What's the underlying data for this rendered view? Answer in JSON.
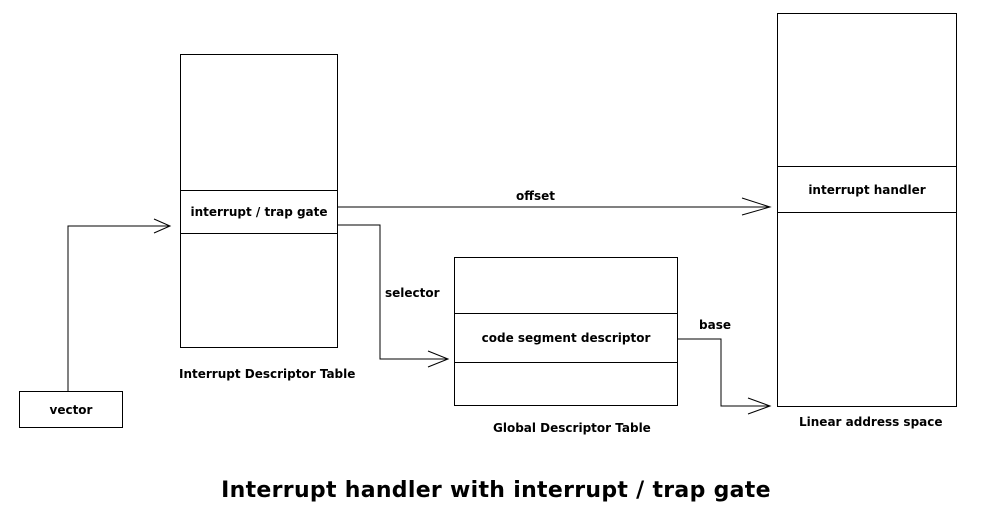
{
  "title": "Interrupt handler with interrupt / trap gate",
  "vector": {
    "label": "vector"
  },
  "idt": {
    "entry": "interrupt / trap gate",
    "caption": "Interrupt Descriptor Table"
  },
  "gdt": {
    "entry": "code segment descriptor",
    "caption": "Global Descriptor Table"
  },
  "linear": {
    "entry": "interrupt handler",
    "caption": "Linear address space"
  },
  "arrows": {
    "offset": "offset",
    "selector": "selector",
    "base": "base"
  },
  "colors": {
    "line": "#000000",
    "background": "#ffffff"
  }
}
